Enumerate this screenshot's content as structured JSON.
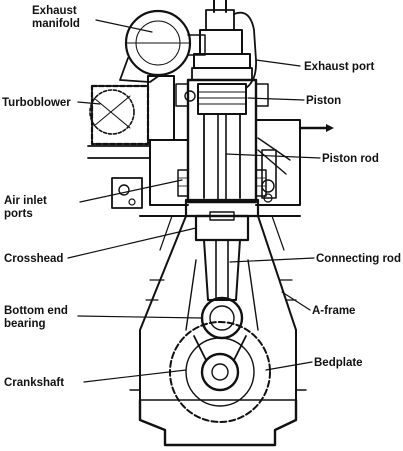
{
  "diagram": {
    "labels": {
      "exhaust_manifold_line1": "Exhaust",
      "exhaust_manifold_line2": "manifold",
      "exhaust_port": "Exhaust port",
      "piston": "Piston",
      "turboblower": "Turboblower",
      "piston_rod": "Piston rod",
      "air_inlet_line1": "Air inlet",
      "air_inlet_line2": "ports",
      "crosshead": "Crosshead",
      "connecting_rod": "Connecting rod",
      "bottom_end_line1": "Bottom end",
      "bottom_end_line2": "bearing",
      "a_frame": "A-frame",
      "bedplate": "Bedplate",
      "crankshaft": "Crankshaft"
    }
  }
}
